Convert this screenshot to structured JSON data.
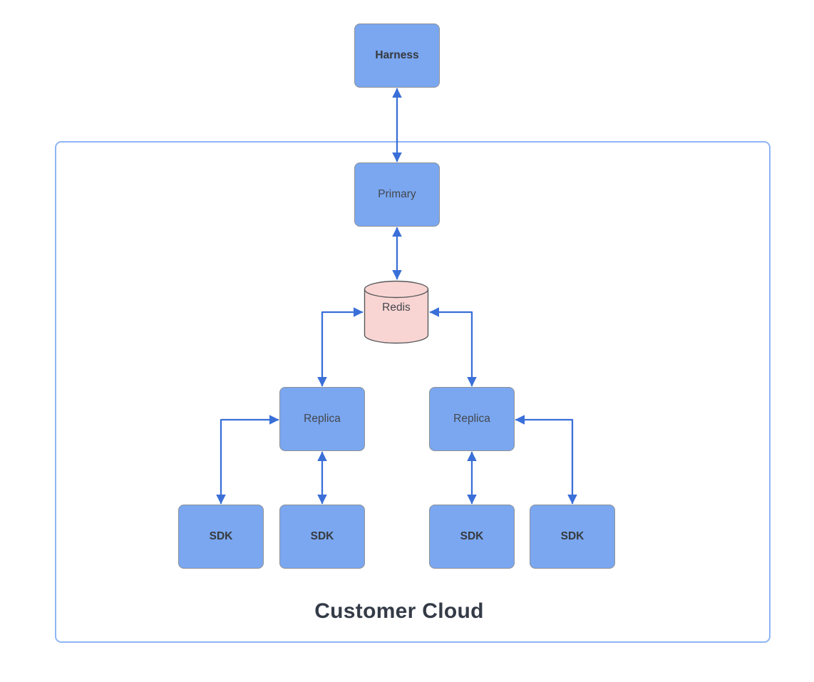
{
  "diagram": {
    "type": "architecture-flow",
    "container": {
      "label": "Customer Cloud"
    },
    "nodes": {
      "harness": {
        "label": "Harness",
        "shape": "rectangle",
        "emphasis": "bold",
        "inside_container": false
      },
      "primary": {
        "label": "Primary",
        "shape": "rectangle",
        "emphasis": "regular",
        "inside_container": true
      },
      "redis": {
        "label": "Redis",
        "shape": "cylinder",
        "emphasis": "regular",
        "inside_container": true
      },
      "replica_left": {
        "label": "Replica",
        "shape": "rectangle",
        "emphasis": "regular",
        "inside_container": true
      },
      "replica_right": {
        "label": "Replica",
        "shape": "rectangle",
        "emphasis": "regular",
        "inside_container": true
      },
      "sdk_1": {
        "label": "SDK",
        "shape": "rectangle",
        "emphasis": "bold",
        "inside_container": true
      },
      "sdk_2": {
        "label": "SDK",
        "shape": "rectangle",
        "emphasis": "bold",
        "inside_container": true
      },
      "sdk_3": {
        "label": "SDK",
        "shape": "rectangle",
        "emphasis": "bold",
        "inside_container": true
      },
      "sdk_4": {
        "label": "SDK",
        "shape": "rectangle",
        "emphasis": "bold",
        "inside_container": true
      }
    },
    "edges": [
      {
        "from": "harness",
        "to": "primary",
        "style": "bidirectional-arrow",
        "routing": "straight"
      },
      {
        "from": "primary",
        "to": "redis",
        "style": "bidirectional-arrow",
        "routing": "straight"
      },
      {
        "from": "redis",
        "to": "replica_left",
        "style": "bidirectional-arrow",
        "routing": "elbow"
      },
      {
        "from": "redis",
        "to": "replica_right",
        "style": "bidirectional-arrow",
        "routing": "elbow"
      },
      {
        "from": "replica_left",
        "to": "sdk_1",
        "style": "bidirectional-arrow",
        "routing": "elbow"
      },
      {
        "from": "replica_left",
        "to": "sdk_2",
        "style": "bidirectional-arrow",
        "routing": "straight"
      },
      {
        "from": "replica_right",
        "to": "sdk_3",
        "style": "bidirectional-arrow",
        "routing": "straight"
      },
      {
        "from": "replica_right",
        "to": "sdk_4",
        "style": "bidirectional-arrow",
        "routing": "elbow"
      }
    ],
    "colors": {
      "node_fill": "#7aa7f0",
      "node_border": "#8e9196",
      "redis_fill": "#f8d5d3",
      "redis_border": "#58595b",
      "connector": "#3a6fd8",
      "container_border": "#8fb5f6",
      "title_text": "#343b47",
      "node_text": "#45474d"
    }
  }
}
